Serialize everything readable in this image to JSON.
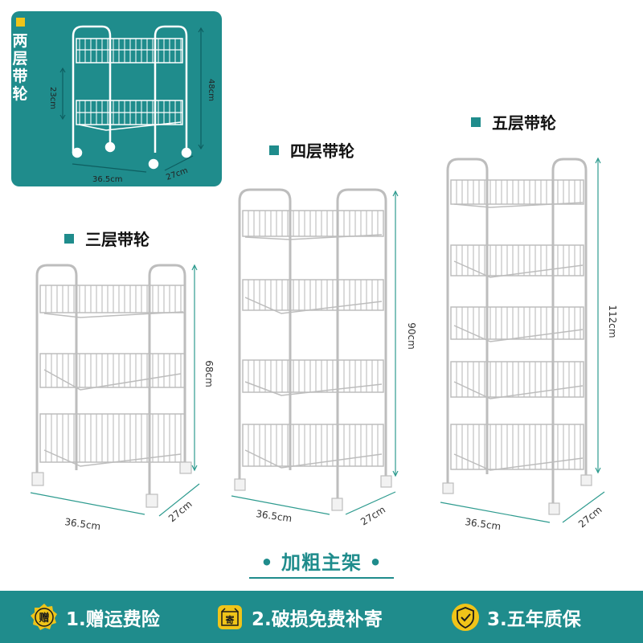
{
  "colors": {
    "teal": "#1f8c8c",
    "gold": "#f0c419",
    "dim_line": "#2e9b8f"
  },
  "inset": {
    "title": "两层带轮",
    "height_small": "23cm",
    "height_total": "48cm",
    "width": "36.5cm",
    "depth": "27cm"
  },
  "racks": [
    {
      "label": "三层带轮",
      "height": "68cm",
      "width": "36.5cm",
      "depth": "27cm"
    },
    {
      "label": "四层带轮",
      "height": "90cm",
      "width": "36.5cm",
      "depth": "27cm"
    },
    {
      "label": "五层带轮",
      "height": "112cm",
      "width": "36.5cm",
      "depth": "27cm"
    }
  ],
  "caption": "加粗主架",
  "features": [
    {
      "icon": "gift-badge-icon",
      "badge": "赠",
      "text": "1.赠运费险"
    },
    {
      "icon": "package-box-icon",
      "badge": "寄",
      "text": "2.破损免费补寄"
    },
    {
      "icon": "shield-check-icon",
      "text": "3.五年质保"
    }
  ]
}
